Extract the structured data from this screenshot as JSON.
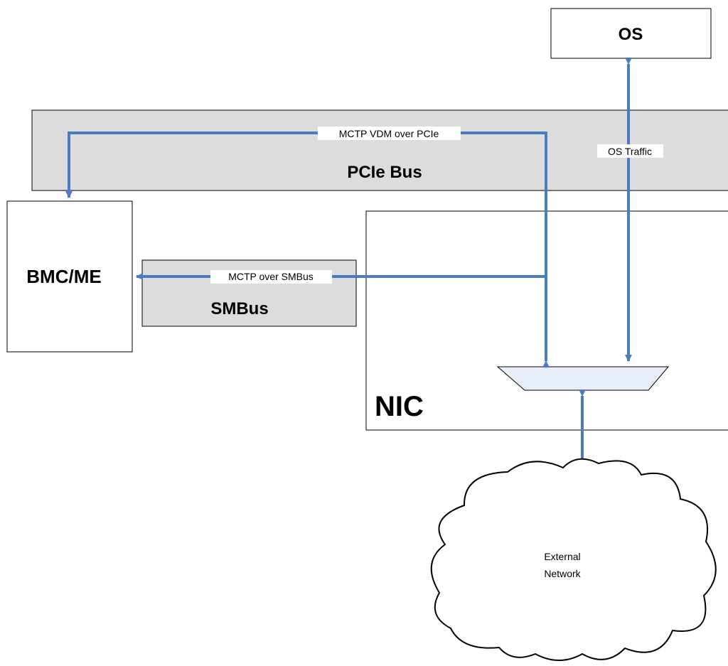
{
  "colors": {
    "arrow": "#4A7CC4",
    "bus_fill": "#DCDCDC",
    "box_fill": "#FFFFFF",
    "mux_fill": "#E8EEF8",
    "border": "#000000"
  },
  "nodes": {
    "os": "OS",
    "pcie_bus": "PCIe Bus",
    "bmc_me": "BMC/ME",
    "smbus": "SMBus",
    "nic": "NIC",
    "external_network_line1": "External",
    "external_network_line2": "Network"
  },
  "edges": {
    "mctp_vdm_pcie": "MCTP VDM over PCIe",
    "mctp_smbus": "MCTP over SMBus",
    "os_traffic": "OS Traffic"
  }
}
